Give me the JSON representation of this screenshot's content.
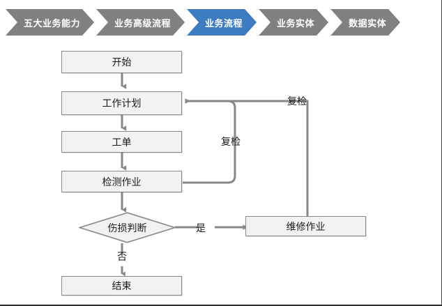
{
  "breadcrumb": {
    "items": [
      {
        "label": "五大业务能力",
        "active": false
      },
      {
        "label": "业务高级流程",
        "active": false
      },
      {
        "label": "业务流程",
        "active": true
      },
      {
        "label": "业务实体",
        "active": false
      },
      {
        "label": "数据实体",
        "active": false
      }
    ],
    "colors": {
      "inactive_fill": "#808080",
      "active_fill": "#3d7cc0",
      "text": "#ffffff"
    }
  },
  "flowchart": {
    "nodes": {
      "start": "开始",
      "work_plan": "工作计划",
      "work_order": "工单",
      "inspection_task": "检测作业",
      "damage_decision": "伤损判断",
      "repair_task": "维修作业",
      "end": "结束"
    },
    "edge_labels": {
      "yes": "是",
      "no": "否",
      "recheck_inner": "复检",
      "recheck_outer": "复检"
    },
    "colors": {
      "node_fill": "#f2f2f2",
      "node_border": "#8a8a8a",
      "connector": "#878787",
      "text": "#1a1a1a"
    }
  }
}
